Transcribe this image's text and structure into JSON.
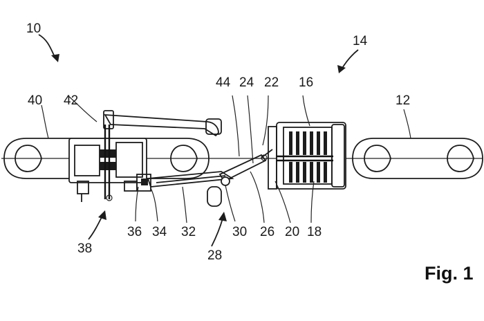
{
  "figure": {
    "label": "Fig. 1"
  },
  "reference_numerals": [
    "10",
    "14",
    "40",
    "42",
    "44",
    "24",
    "22",
    "16",
    "12",
    "38",
    "36",
    "34",
    "32",
    "28",
    "30",
    "26",
    "20",
    "18"
  ]
}
